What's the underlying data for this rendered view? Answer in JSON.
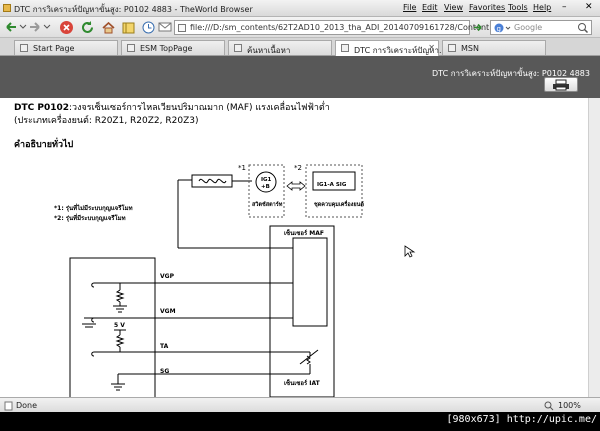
{
  "window": {
    "title": "DTC การวิเคราะห์ปัญหาขั้นสูง: P0102 4883 - TheWorld Browser",
    "menu": [
      "File",
      "Edit",
      "View",
      "Favorites",
      "Tools",
      "Help"
    ]
  },
  "address_bar": {
    "url": "file:///D:/sm_contents/62T2AD10_2013_tha_ADI_20140709161728/Content"
  },
  "search": {
    "placeholder": "Google"
  },
  "tabs": [
    {
      "label": "Start Page",
      "active": false
    },
    {
      "label": "ESM TopPage",
      "active": false
    },
    {
      "label": "ค้นหาเนื้อหา",
      "active": false
    },
    {
      "label": "DTC การวิเคราะห์ปัญหา...",
      "active": true
    },
    {
      "label": "MSN",
      "active": false
    }
  ],
  "header": {
    "title": "DTC การวิเคราะห์ปัญหาขั้นสูง: P0102 4883"
  },
  "content": {
    "dtc_code": "DTC P0102",
    "dtc_desc": ":วงจรเซ็นเซอร์การไหลเวียนปริมาณมาก (MAF) แรงเคลื่อนไฟฟ้าต่ำ",
    "engine_types": "(ประเภทเครื่องยนต์: R20Z1, R20Z2, R20Z3)",
    "section_heading": "คำอธิบายทั่วไป"
  },
  "diagram": {
    "note1_marker": "*1",
    "note2_marker": "*2",
    "note1": "*1: รุ่นที่ไม่มีระบบกุญแจรีโมท",
    "note2": "*2: รุ่นที่มีระบบกุญแจรีโมท",
    "ig1_b": "IG1",
    "plus_b": "+B",
    "ignition_switch": "สวิตช์สตาร์ท",
    "ig1a_sig": "IG1-A SIG",
    "control_unit": "ชุดควบคุมเครื่องยนต์",
    "maf_sensor": "เซ็นเซอร์ MAF",
    "iat_sensor": "เซ็นเซอร์ IAT",
    "vgp": "VGP",
    "vgm": "VGM",
    "five_v": "5 V",
    "ta": "TA",
    "sg": "SG"
  },
  "status": {
    "text": "Done",
    "zoom": "100%"
  },
  "watermark": "[980x673] http://upic.me/",
  "colors": {
    "header_bg": "#585858",
    "line": "#000000",
    "dashed": "#555555"
  }
}
